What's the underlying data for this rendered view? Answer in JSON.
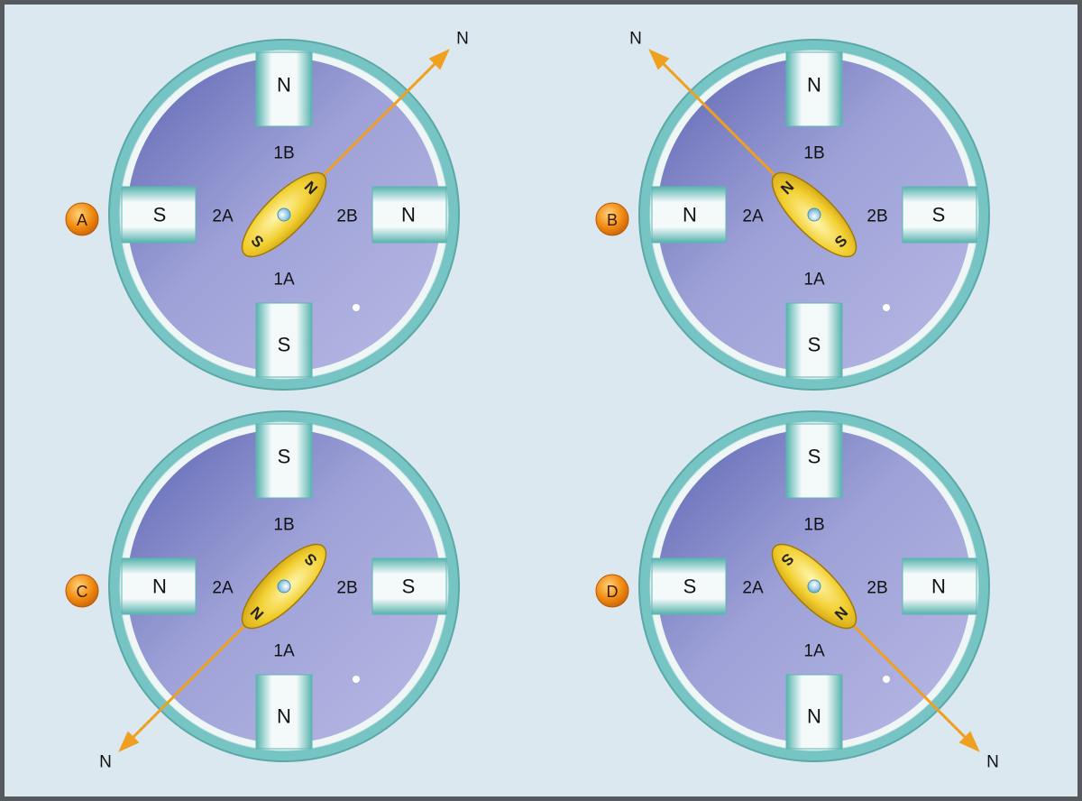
{
  "colors": {
    "background": "#dce8f0",
    "outer_ring": "#77c4c4",
    "stator_face": "#9fa1d6",
    "pole": "#e8f2f2",
    "pole_edge": "#5fb5b2",
    "rotor": "#f2cf30",
    "arrow": "#f0a020",
    "badge": "#f08a10"
  },
  "icons": [
    "stator-ring",
    "pole-piece",
    "rotor-magnet",
    "field-arrow",
    "step-badge"
  ],
  "panels": [
    {
      "badge": "A",
      "coils": {
        "top": "1B",
        "bottom": "1A",
        "left": "2A",
        "right": "2B"
      },
      "poles": {
        "top": "N",
        "bottom": "S",
        "left": "S",
        "right": "N"
      },
      "rotor_ends": [
        "N",
        "S"
      ],
      "field_label": "N",
      "field_direction_deg": 45
    },
    {
      "badge": "B",
      "coils": {
        "top": "1B",
        "bottom": "1A",
        "left": "2A",
        "right": "2B"
      },
      "poles": {
        "top": "N",
        "bottom": "S",
        "left": "N",
        "right": "S"
      },
      "rotor_ends": [
        "N",
        "S"
      ],
      "field_label": "N",
      "field_direction_deg": 135
    },
    {
      "badge": "C",
      "coils": {
        "top": "1B",
        "bottom": "1A",
        "left": "2A",
        "right": "2B"
      },
      "poles": {
        "top": "S",
        "bottom": "N",
        "left": "N",
        "right": "S"
      },
      "rotor_ends": [
        "N",
        "S"
      ],
      "field_label": "N",
      "field_direction_deg": 225
    },
    {
      "badge": "D",
      "coils": {
        "top": "1B",
        "bottom": "1A",
        "left": "2A",
        "right": "2B"
      },
      "poles": {
        "top": "S",
        "bottom": "N",
        "left": "S",
        "right": "N"
      },
      "rotor_ends": [
        "N",
        "S"
      ],
      "field_label": "N",
      "field_direction_deg": 315
    }
  ]
}
